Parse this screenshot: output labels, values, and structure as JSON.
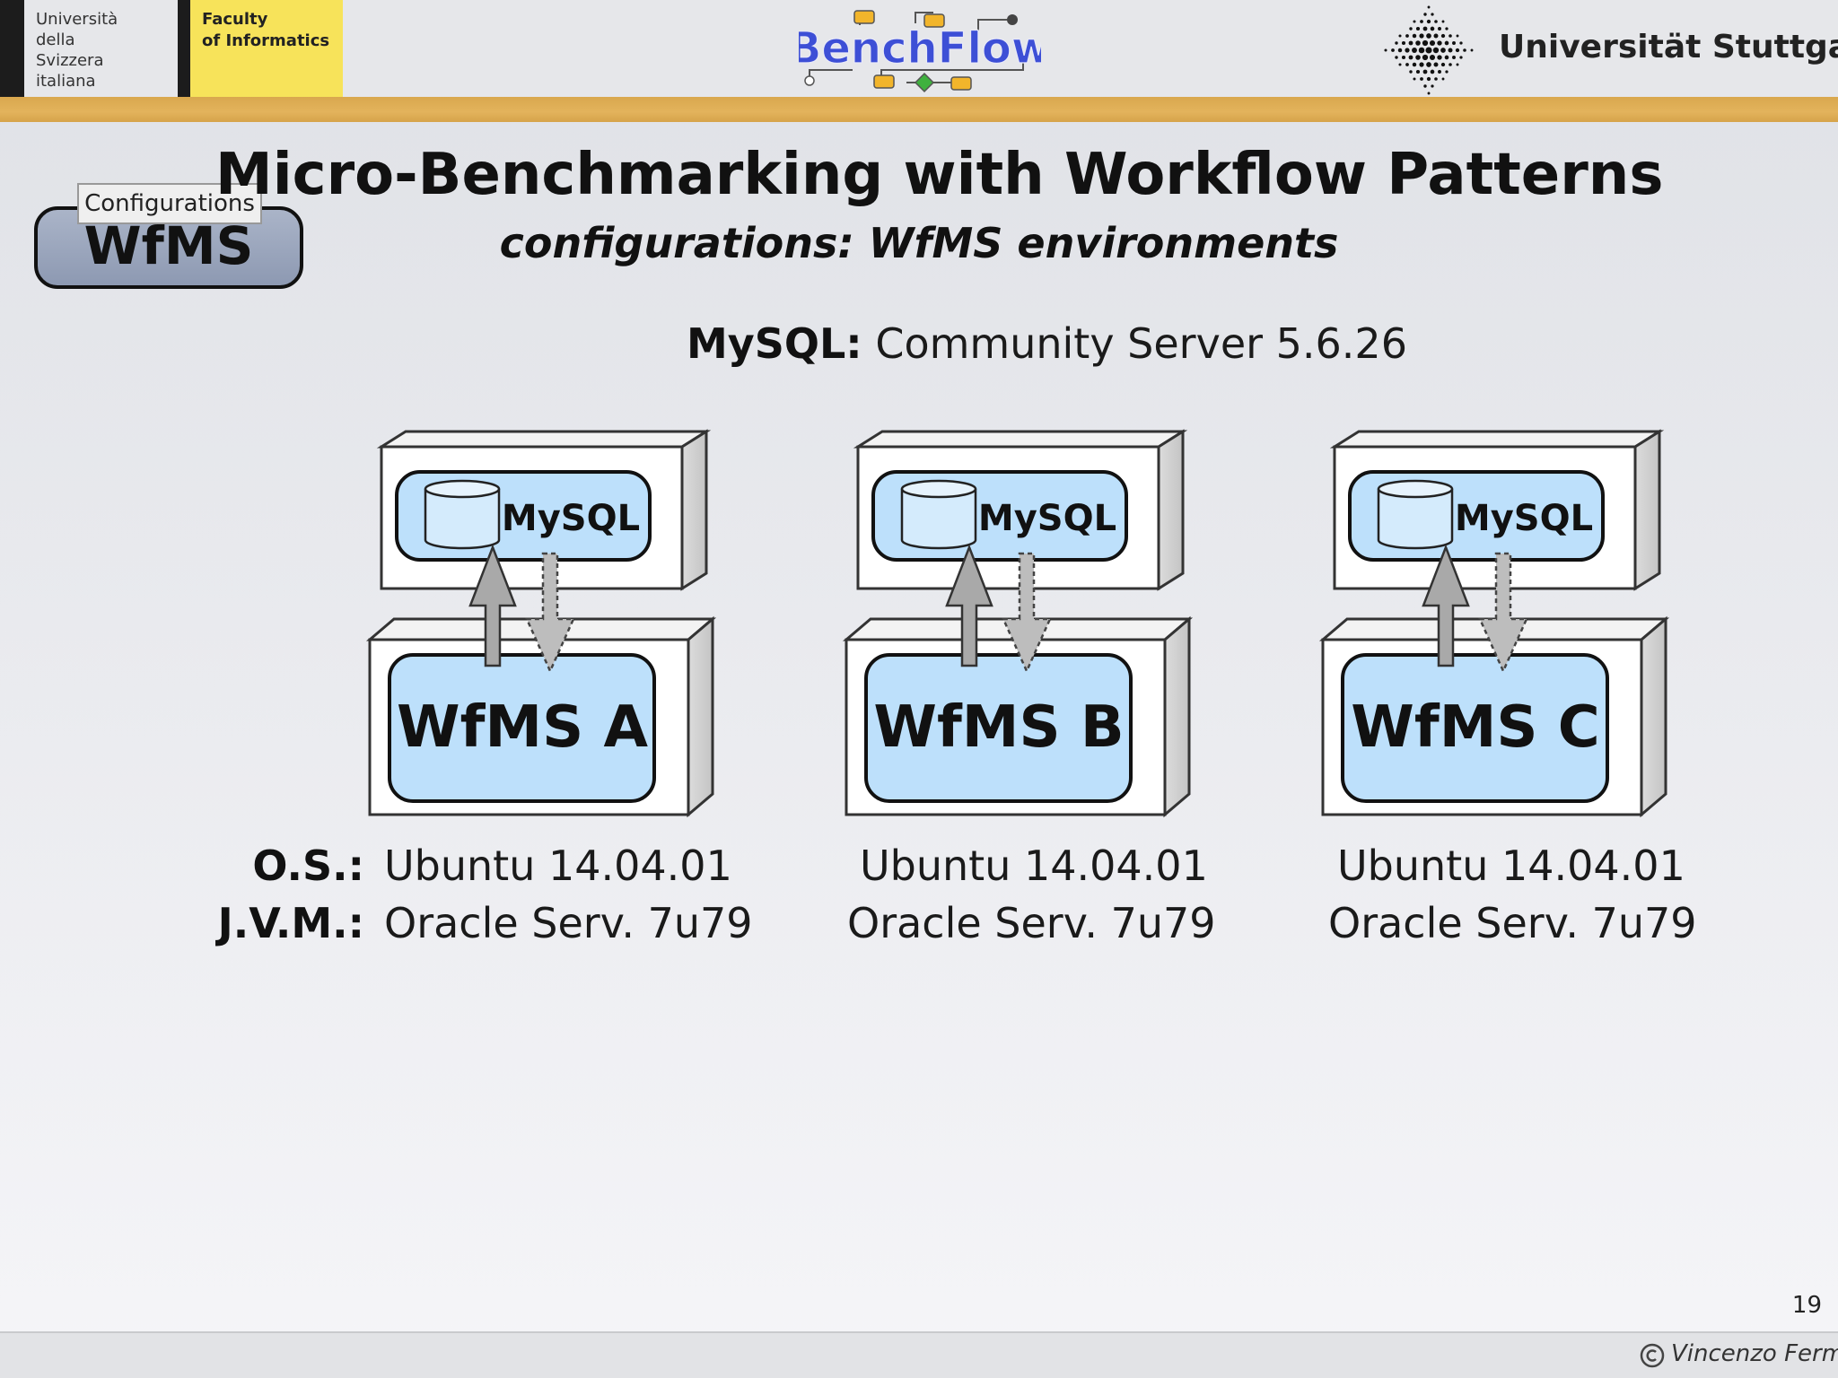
{
  "header": {
    "usi_lines": [
      "Università",
      "della",
      "Svizzera",
      "italiana"
    ],
    "faculty_lines": [
      "Faculty",
      "of Informatics"
    ],
    "logo_text": "BenchFlow",
    "university_name": "Universität Stuttgart"
  },
  "badge": {
    "tag": "Configurations",
    "main": "WfMS"
  },
  "slide": {
    "title": "Micro-Benchmarking with Workflow Patterns",
    "subtitle": "configurations: WfMS environments"
  },
  "mysql": {
    "label": "MySQL:",
    "value": "Community Server 5.6.26"
  },
  "environments": [
    {
      "db_label": "MySQL",
      "wfms_label": "WfMS A",
      "os": "Ubuntu 14.04.01",
      "jvm": "Oracle Serv. 7u79"
    },
    {
      "db_label": "MySQL",
      "wfms_label": "WfMS B",
      "os": "Ubuntu 14.04.01",
      "jvm": "Oracle Serv. 7u79"
    },
    {
      "db_label": "MySQL",
      "wfms_label": "WfMS C",
      "os": "Ubuntu 14.04.01",
      "jvm": "Oracle Serv. 7u79"
    }
  ],
  "spec_labels": {
    "os": "O.S.:",
    "jvm": "J.V.M.:"
  },
  "footer": {
    "page_number": "19",
    "author": "Vincenzo Ferme"
  },
  "colors": {
    "node_fill": "#bde0fb",
    "arrow_fill": "#a9a9a9",
    "gold_bar": "#e0b05a",
    "faculty_yellow": "#f7e35a",
    "badge_fill": "#98a3bb"
  }
}
